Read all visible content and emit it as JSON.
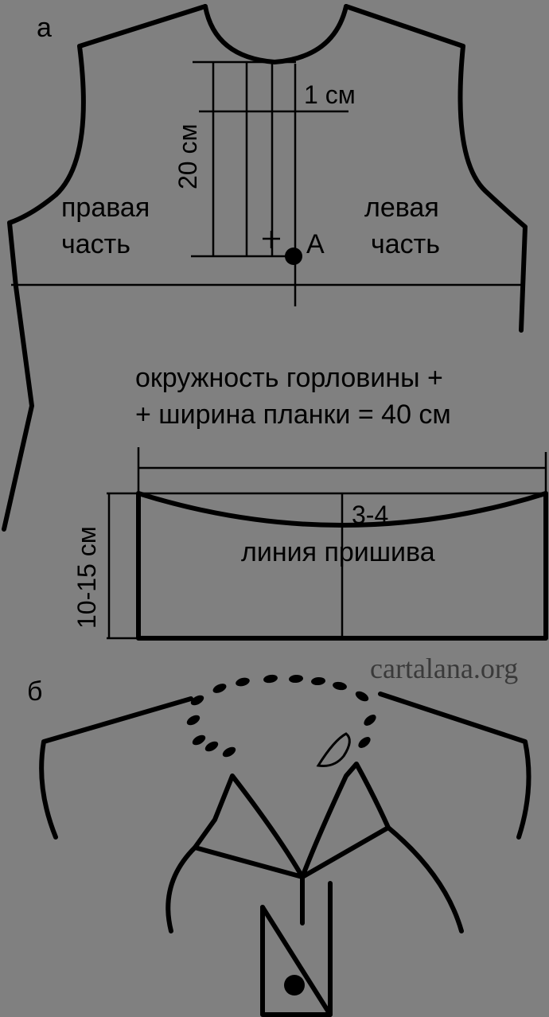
{
  "labels": {
    "fig_a": "а",
    "fig_b": "б",
    "one_cm": "1 см",
    "twenty_cm": "20 см",
    "right_part_line1": "правая",
    "right_part_line2": "часть",
    "left_part_line1": "левая",
    "left_part_line2": "часть",
    "point_a": "А",
    "formula_line1": "окружность горловины +",
    "formula_line2": "+ ширина планки = 40 см",
    "curve_depth": "3-4",
    "seam_line": "линия пришива",
    "height_range": "10-15 см"
  },
  "watermark": "cartalana.org",
  "colors": {
    "background": "#808080",
    "ink": "#000000",
    "watermark": "#3a3a3a"
  }
}
